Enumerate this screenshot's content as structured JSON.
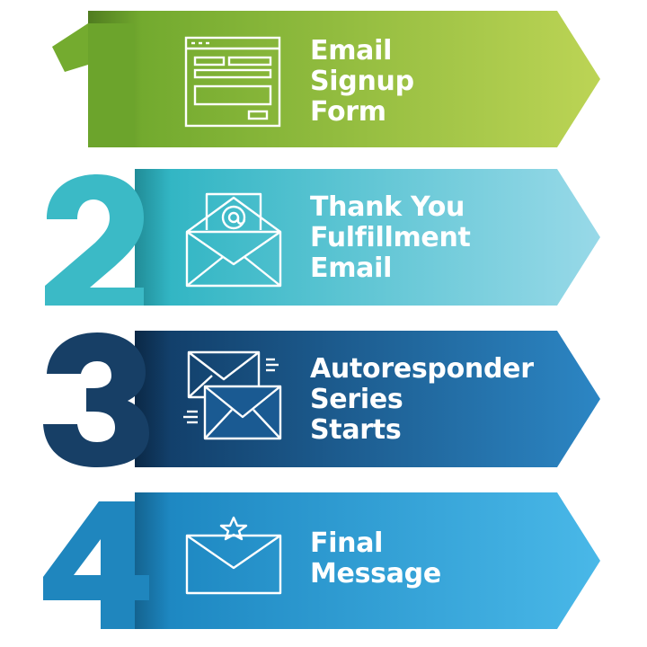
{
  "steps": [
    {
      "number": "1",
      "lines": [
        "Email",
        "Signup",
        "Form"
      ],
      "icon": "signup-form-icon",
      "colors": {
        "start": "#6fa82c",
        "end": "#b9d252",
        "numeral": "#74ab2f",
        "numeral_dark": "#5d9226"
      }
    },
    {
      "number": "2",
      "lines": [
        "Thank You",
        "Fulfillment",
        "Email"
      ],
      "icon": "open-envelope-at-icon",
      "colors": {
        "start": "#2fb6c3",
        "end": "#93d7e6",
        "numeral": "#3bbac6",
        "numeral_dark": "#2698a3"
      }
    },
    {
      "number": "3",
      "lines": [
        "Autoresponder",
        "Series",
        "Starts"
      ],
      "icon": "multiple-envelopes-icon",
      "colors": {
        "start": "#133f6a",
        "end": "#2a82c0",
        "numeral": "#173f66",
        "numeral_dark": "#0f2e4e"
      }
    },
    {
      "number": "4",
      "lines": [
        "Final",
        "Message"
      ],
      "icon": "envelope-star-icon",
      "colors": {
        "start": "#1d88c2",
        "end": "#46b6e6",
        "numeral": "#1f86be",
        "numeral_dark": "#186c9c"
      }
    }
  ]
}
